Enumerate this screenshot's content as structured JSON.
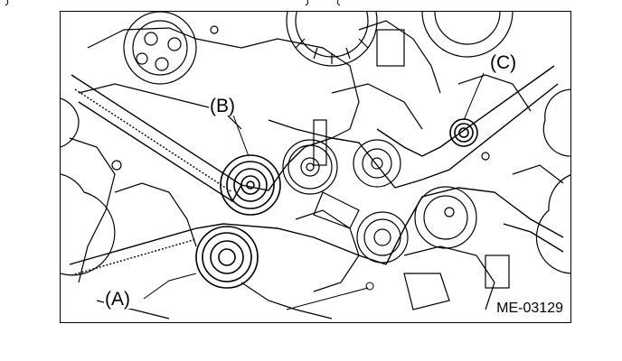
{
  "diagram": {
    "callouts": {
      "a": "(A)",
      "b": "(B)",
      "c": "(C)"
    },
    "figure_code": "ME-03129",
    "colors": {
      "line": "#000000",
      "background": "#ffffff"
    }
  }
}
